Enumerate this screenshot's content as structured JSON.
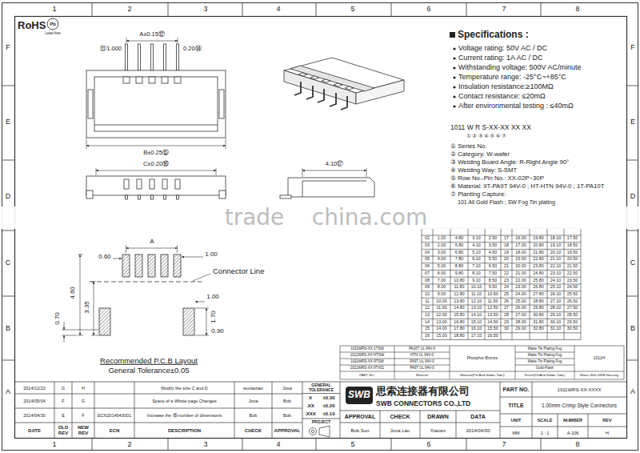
{
  "diagram": {
    "labels": [
      "1",
      "2",
      "3",
      "4",
      "5",
      "6",
      "7",
      "8",
      "1",
      "2",
      "3",
      "4",
      "5",
      "6",
      "7",
      "8",
      "F",
      "E",
      "D",
      "C",
      "B",
      "A",
      "F",
      "E",
      "D",
      "C",
      "B",
      "A",
      "RoHS",
      "Pb",
      "Lead-free",
      "⑪1.000",
      "A±0.15⑫",
      "0.20⑭",
      "B±0.25⑮",
      "C±0.20⑯",
      "4.10⑰",
      "Specifications :",
      "Voltage rating: 50V AC / DC",
      "Current rating: 1A AC / DC",
      "Withstanding voltage: 500V AC/minute",
      "Temperature range: -25°C~+85°C",
      "Insulation resistance:≥100MΩ",
      "Contact resistance: ≤20mΩ",
      "After environmental testing : ≤40mΩ",
      "1011 W R S-XX-XX XX XX",
      "①②③④⑤⑥⑦",
      "① Series No.",
      "② Category: W-wafer",
      "③ Welding Board Angle: R-Right Angle 90°",
      "④ Welding Way: S-SMT",
      "⑤ Row No.-Pin No.: XX-02P~30P",
      "⑥ Material: 9T-PA9T 94V-0 ; HT-HTN 94V-0 ; 1T-PA10T",
      "⑦ Planting Capture:",
      "101 All Gold Flash ; SW Fog Tin plating",
      "trade",
      "china.com",
      "02",
      "1.00",
      "4.80",
      "3.10",
      "2.50",
      "17",
      "16.00",
      "19.80",
      "18.10",
      "17.50",
      "03",
      "2.00",
      "5.80",
      "4.10",
      "3.50",
      "18",
      "17.00",
      "20.80",
      "19.10",
      "18.50",
      "04",
      "3.00",
      "6.80",
      "5.10",
      "4.50",
      "19",
      "18.00",
      "21.80",
      "20.10",
      "19.50",
      "05",
      "4.00",
      "7.80",
      "6.10",
      "5.50",
      "20",
      "19.00",
      "22.80",
      "21.10",
      "20.50",
      "06",
      "5.00",
      "8.80",
      "7.10",
      "6.50",
      "21",
      "20.00",
      "23.80",
      "22.10",
      "21.50",
      "07",
      "6.00",
      "9.80",
      "8.10",
      "7.50",
      "22",
      "21.00",
      "24.80",
      "23.10",
      "22.50",
      "08",
      "7.00",
      "10.80",
      "9.10",
      "8.50",
      "23",
      "22.00",
      "25.80",
      "24.10",
      "23.50",
      "09",
      "8.00",
      "11.80",
      "10.10",
      "9.50",
      "24",
      "23.00",
      "26.80",
      "25.10",
      "24.50",
      "10",
      "9.00",
      "12.80",
      "11.10",
      "10.50",
      "25",
      "24.00",
      "27.80",
      "26.10",
      "25.50",
      "11",
      "10.00",
      "13.80",
      "12.10",
      "11.50",
      "26",
      "25.00",
      "28.80",
      "27.10",
      "26.50",
      "12",
      "11.00",
      "14.80",
      "13.10",
      "12.50",
      "27",
      "26.00",
      "29.80",
      "28.10",
      "27.50",
      "13",
      "12.00",
      "15.80",
      "14.10",
      "13.50",
      "28",
      "27.00",
      "30.80",
      "29.10",
      "28.50",
      "14",
      "13.00",
      "16.80",
      "15.10",
      "14.50",
      "29",
      "28.00",
      "31.80",
      "30.10",
      "29.50",
      "15",
      "14.00",
      "17.80",
      "16.10",
      "15.50",
      "30",
      "29.00",
      "32.80",
      "31.10",
      "30.50",
      "16",
      "15.00",
      "18.80",
      "17.10",
      "16.50",
      "A",
      "0.60",
      "1.00",
      "Connector Line",
      "4.60",
      "3.35",
      "0.70",
      "1.00",
      "0.90",
      "1.70",
      "Recommended P.C.B Layout",
      "General Tolerance±0.05",
      "1011WRS-XX-1TSW",
      "PA10T UL 94V-0",
      "Phosphor Bronze",
      "Matte Tin Plating Fog",
      "1011H",
      "1011WRS-XX-HTSW",
      "HTN UL 94V-0",
      "Matte Tin Plating Fog",
      "1011WRS-XX-9TSW",
      "PA9T UL 94V-0",
      "Matte Tin Plating Fog",
      "1011WRS-XX-9TV01",
      "PA9T UL 94V-0",
      "Gold-Flash",
      "PART NO.",
      "Material",
      "Material(Pin And Solder Tabs)",
      "Finish(PinAnd Solder Tabs)",
      "Mates With SWB Housing",
      "2014/12/22",
      "G",
      "H",
      "Modify the size C and D",
      "wuxiaotao",
      "Jova",
      "2014/05/04",
      "F",
      "G",
      "Space of a Whole page Changes",
      "Jova",
      "Bob",
      "2014/04/30",
      "E",
      "F",
      "ECN2014043001",
      "Increase the ⑮ number of dimensions",
      "Bob",
      "Bob",
      "DATE",
      "OLD REV",
      "NEW REV",
      "ECN",
      "DESCRIPTION",
      "CHECK",
      "APPROVAL",
      "GENERAL TOLERANCE",
      "X",
      "±0.30",
      ".XX",
      "±0.20",
      ".XXX",
      "±0.10",
      "PROJECT",
      "SWB",
      "思索连接器有限公司",
      "SWB CONNECTORS CO.,LTD",
      "APPROVAL",
      "CHECK",
      "DRAWN",
      "DATA",
      "Bob Sun",
      "Jova Lau",
      "Xiaowx",
      "2014/04/30",
      "PART NO.",
      "1011WRS-XX-XXXX",
      "TITLE",
      "1.00mm Crimp Style Connectors",
      "UNIT",
      "SCALE",
      "NUMBER",
      "REV",
      "MM",
      "1 : 1",
      "A-106",
      "H"
    ]
  }
}
